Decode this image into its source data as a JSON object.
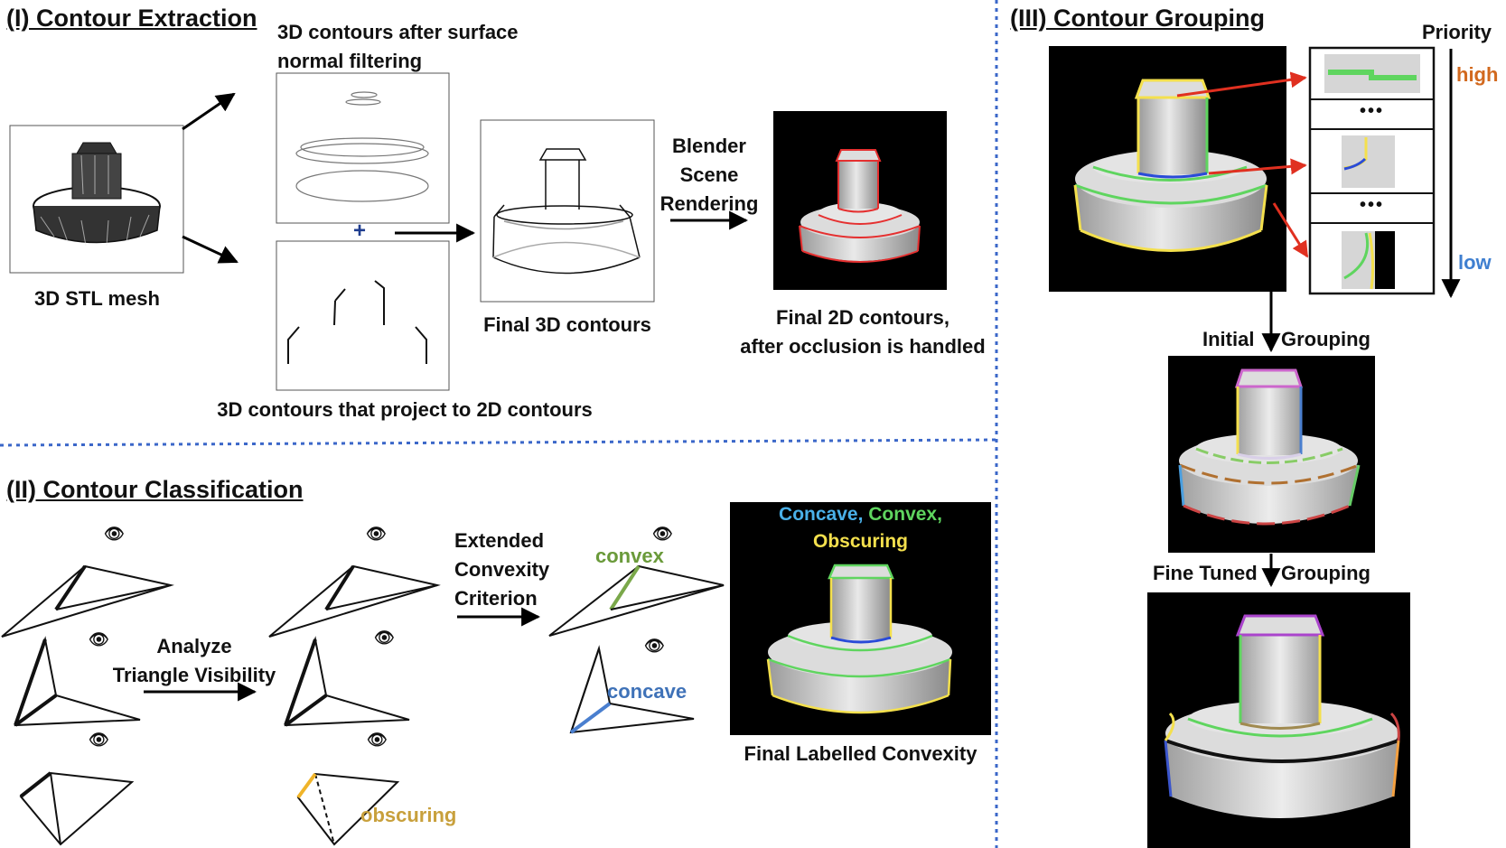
{
  "section1": {
    "title": "(I) Contour Extraction",
    "mesh_label": "3D STL mesh",
    "normal_filter_label": [
      "3D contours after surface",
      "normal filtering"
    ],
    "projected_label": "3D contours that project to 2D contours",
    "final3d_label": "Final 3D contours",
    "render_label": [
      "Blender",
      "Scene",
      "Rendering"
    ],
    "final2d_label": [
      "Final 2D contours,",
      "after occlusion is handled"
    ],
    "plus_symbol": "+"
  },
  "section2": {
    "title": "(II) Contour Classification",
    "analyze_label": [
      "Analyze",
      "Triangle Visibility"
    ],
    "criterion_label": [
      "Extended",
      "Convexity",
      "Criterion"
    ],
    "convex_word": "convex",
    "concave_word": "concave",
    "obscuring_word": "obscuring",
    "legend": {
      "concave": "Concave,",
      "convex": "Convex,",
      "obscuring": "Obscuring"
    },
    "final_label": "Final Labelled Convexity",
    "colors": {
      "concave": "#4a90d9",
      "convex": "#5fd55f",
      "obscuring": "#f4e04d",
      "convex_text": "#6a9a3a",
      "concave_text": "#3f72b8",
      "obscuring_text": "#c8a03c"
    }
  },
  "section3": {
    "title": "(III) Contour Grouping",
    "priority_label": "Priority",
    "high_label": "high",
    "low_label": "low",
    "ellipsis": "•••",
    "initial_label": [
      "Initial",
      "Grouping"
    ],
    "fine_label": [
      "Fine Tuned",
      "Grouping"
    ],
    "colors": {
      "high": "#d2691e",
      "low": "#3f7fd0",
      "arrow": "#e03020"
    }
  }
}
